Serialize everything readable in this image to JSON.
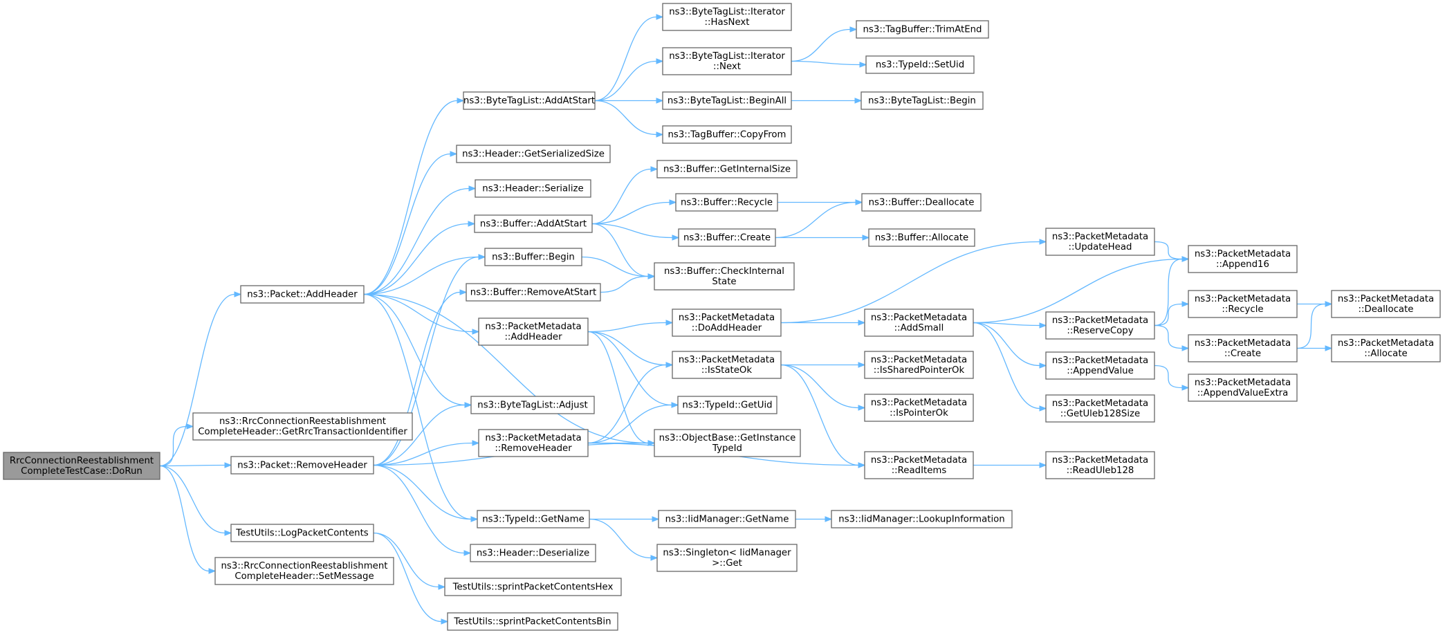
{
  "graph": {
    "nodes": [
      {
        "id": "root",
        "lines": [
          "RrcConnectionReestablishment",
          "CompleteTestCase::DoRun"
        ],
        "root": true
      },
      {
        "id": "pkt_addheader",
        "lines": [
          "ns3::Packet::AddHeader"
        ]
      },
      {
        "id": "rrc_getrrc",
        "lines": [
          "ns3::RrcConnectionReestablishment",
          "CompleteHeader::GetRrcTransactionIdentifier"
        ]
      },
      {
        "id": "pkt_removeheader",
        "lines": [
          "ns3::Packet::RemoveHeader"
        ]
      },
      {
        "id": "tu_log",
        "lines": [
          "TestUtils::LogPacketContents"
        ]
      },
      {
        "id": "rrc_setmsg",
        "lines": [
          "ns3::RrcConnectionReestablishment",
          "CompleteHeader::SetMessage"
        ]
      },
      {
        "id": "btl_addatstart",
        "lines": [
          "ns3::ByteTagList::AddAtStart"
        ]
      },
      {
        "id": "hdr_getsersize",
        "lines": [
          "ns3::Header::GetSerializedSize"
        ]
      },
      {
        "id": "hdr_serialize",
        "lines": [
          "ns3::Header::Serialize"
        ]
      },
      {
        "id": "buf_addatstart",
        "lines": [
          "ns3::Buffer::AddAtStart"
        ]
      },
      {
        "id": "buf_begin",
        "lines": [
          "ns3::Buffer::Begin"
        ]
      },
      {
        "id": "buf_removeatstart",
        "lines": [
          "ns3::Buffer::RemoveAtStart"
        ]
      },
      {
        "id": "pm_addheader",
        "lines": [
          "ns3::PacketMetadata",
          "::AddHeader"
        ]
      },
      {
        "id": "btl_adjust",
        "lines": [
          "ns3::ByteTagList::Adjust"
        ]
      },
      {
        "id": "pm_removeheader",
        "lines": [
          "ns3::PacketMetadata",
          "::RemoveHeader"
        ]
      },
      {
        "id": "typeid_getname",
        "lines": [
          "ns3::TypeId::GetName"
        ]
      },
      {
        "id": "hdr_deserialize",
        "lines": [
          "ns3::Header::Deserialize"
        ]
      },
      {
        "id": "tu_hex",
        "lines": [
          "TestUtils::sprintPacketContentsHex"
        ]
      },
      {
        "id": "tu_bin",
        "lines": [
          "TestUtils::sprintPacketContentsBin"
        ]
      },
      {
        "id": "btli_hasnext",
        "lines": [
          "ns3::ByteTagList::Iterator",
          "::HasNext"
        ]
      },
      {
        "id": "btli_next",
        "lines": [
          "ns3::ByteTagList::Iterator",
          "::Next"
        ]
      },
      {
        "id": "btl_beginall",
        "lines": [
          "ns3::ByteTagList::BeginAll"
        ]
      },
      {
        "id": "tb_copyfrom",
        "lines": [
          "ns3::TagBuffer::CopyFrom"
        ]
      },
      {
        "id": "buf_getinternalsize",
        "lines": [
          "ns3::Buffer::GetInternalSize"
        ]
      },
      {
        "id": "buf_recycle",
        "lines": [
          "ns3::Buffer::Recycle"
        ]
      },
      {
        "id": "buf_create",
        "lines": [
          "ns3::Buffer::Create"
        ]
      },
      {
        "id": "buf_checkinternal",
        "lines": [
          "ns3::Buffer::CheckInternal",
          "State"
        ]
      },
      {
        "id": "pm_doaddheader",
        "lines": [
          "ns3::PacketMetadata",
          "::DoAddHeader"
        ]
      },
      {
        "id": "pm_isstateok",
        "lines": [
          "ns3::PacketMetadata",
          "::IsStateOk"
        ]
      },
      {
        "id": "typeid_getuid",
        "lines": [
          "ns3::TypeId::GetUid"
        ]
      },
      {
        "id": "ob_getinstance",
        "lines": [
          "ns3::ObjectBase::GetInstance",
          "TypeId"
        ]
      },
      {
        "id": "iid_getname",
        "lines": [
          "ns3::IidManager::GetName"
        ]
      },
      {
        "id": "singleton_get",
        "lines": [
          "ns3::Singleton< IidManager",
          ">::Get"
        ]
      },
      {
        "id": "tb_trimatend",
        "lines": [
          "ns3::TagBuffer::TrimAtEnd"
        ]
      },
      {
        "id": "typeid_setuid",
        "lines": [
          "ns3::TypeId::SetUid"
        ]
      },
      {
        "id": "btl_begin",
        "lines": [
          "ns3::ByteTagList::Begin"
        ]
      },
      {
        "id": "buf_deallocate",
        "lines": [
          "ns3::Buffer::Deallocate"
        ]
      },
      {
        "id": "buf_allocate",
        "lines": [
          "ns3::Buffer::Allocate"
        ]
      },
      {
        "id": "pm_addsmall",
        "lines": [
          "ns3::PacketMetadata",
          "::AddSmall"
        ]
      },
      {
        "id": "pm_issharedptr",
        "lines": [
          "ns3::PacketMetadata",
          "::IsSharedPointerOk"
        ]
      },
      {
        "id": "pm_isptrok",
        "lines": [
          "ns3::PacketMetadata",
          "::IsPointerOk"
        ]
      },
      {
        "id": "pm_readitems",
        "lines": [
          "ns3::PacketMetadata",
          "::ReadItems"
        ]
      },
      {
        "id": "iid_lookup",
        "lines": [
          "ns3::IidManager::LookupInformation"
        ]
      },
      {
        "id": "pm_updatehead",
        "lines": [
          "ns3::PacketMetadata",
          "::UpdateHead"
        ]
      },
      {
        "id": "pm_reservecopy",
        "lines": [
          "ns3::PacketMetadata",
          "::ReserveCopy"
        ]
      },
      {
        "id": "pm_appendvalue",
        "lines": [
          "ns3::PacketMetadata",
          "::AppendValue"
        ]
      },
      {
        "id": "pm_getuleb",
        "lines": [
          "ns3::PacketMetadata",
          "::GetUleb128Size"
        ]
      },
      {
        "id": "pm_readuleb",
        "lines": [
          "ns3::PacketMetadata",
          "::ReadUleb128"
        ]
      },
      {
        "id": "pm_append16",
        "lines": [
          "ns3::PacketMetadata",
          "::Append16"
        ]
      },
      {
        "id": "pm_recycle",
        "lines": [
          "ns3::PacketMetadata",
          "::Recycle"
        ]
      },
      {
        "id": "pm_create",
        "lines": [
          "ns3::PacketMetadata",
          "::Create"
        ]
      },
      {
        "id": "pm_appendvalueextra",
        "lines": [
          "ns3::PacketMetadata",
          "::AppendValueExtra"
        ]
      },
      {
        "id": "pm_deallocate",
        "lines": [
          "ns3::PacketMetadata",
          "::Deallocate"
        ]
      },
      {
        "id": "pm_allocate",
        "lines": [
          "ns3::PacketMetadata",
          "::Allocate"
        ]
      }
    ],
    "edges": [
      [
        "root",
        "pkt_addheader"
      ],
      [
        "root",
        "rrc_getrrc"
      ],
      [
        "root",
        "pkt_removeheader"
      ],
      [
        "root",
        "tu_log"
      ],
      [
        "root",
        "rrc_setmsg"
      ],
      [
        "pkt_addheader",
        "btl_addatstart"
      ],
      [
        "pkt_addheader",
        "hdr_getsersize"
      ],
      [
        "pkt_addheader",
        "hdr_serialize"
      ],
      [
        "pkt_addheader",
        "buf_addatstart"
      ],
      [
        "pkt_addheader",
        "buf_begin"
      ],
      [
        "pkt_addheader",
        "pm_addheader"
      ],
      [
        "pkt_addheader",
        "btl_adjust"
      ],
      [
        "pkt_addheader",
        "ob_getinstance"
      ],
      [
        "pkt_addheader",
        "typeid_getname"
      ],
      [
        "pkt_removeheader",
        "buf_begin"
      ],
      [
        "pkt_removeheader",
        "buf_removeatstart"
      ],
      [
        "pkt_removeheader",
        "btl_adjust"
      ],
      [
        "pkt_removeheader",
        "pm_removeheader"
      ],
      [
        "pkt_removeheader",
        "typeid_getname"
      ],
      [
        "pkt_removeheader",
        "hdr_deserialize"
      ],
      [
        "pkt_removeheader",
        "ob_getinstance"
      ],
      [
        "tu_log",
        "tu_hex"
      ],
      [
        "tu_log",
        "tu_bin"
      ],
      [
        "btl_addatstart",
        "btli_hasnext"
      ],
      [
        "btl_addatstart",
        "btli_next"
      ],
      [
        "btl_addatstart",
        "btl_beginall"
      ],
      [
        "btl_addatstart",
        "tb_copyfrom"
      ],
      [
        "btli_next",
        "tb_trimatend"
      ],
      [
        "btli_next",
        "typeid_setuid"
      ],
      [
        "btl_beginall",
        "btl_begin"
      ],
      [
        "buf_addatstart",
        "buf_getinternalsize"
      ],
      [
        "buf_addatstart",
        "buf_recycle"
      ],
      [
        "buf_addatstart",
        "buf_create"
      ],
      [
        "buf_addatstart",
        "buf_checkinternal"
      ],
      [
        "buf_begin",
        "buf_checkinternal"
      ],
      [
        "buf_removeatstart",
        "buf_checkinternal"
      ],
      [
        "buf_recycle",
        "buf_deallocate"
      ],
      [
        "buf_create",
        "buf_deallocate"
      ],
      [
        "buf_create",
        "buf_allocate"
      ],
      [
        "pm_addheader",
        "pm_doaddheader"
      ],
      [
        "pm_addheader",
        "pm_isstateok"
      ],
      [
        "pm_addheader",
        "typeid_getuid"
      ],
      [
        "pm_addheader",
        "ob_getinstance"
      ],
      [
        "pm_removeheader",
        "pm_isstateok"
      ],
      [
        "pm_removeheader",
        "typeid_getuid"
      ],
      [
        "pm_removeheader",
        "ob_getinstance"
      ],
      [
        "pm_removeheader",
        "pm_readitems"
      ],
      [
        "typeid_getname",
        "iid_getname"
      ],
      [
        "typeid_getname",
        "singleton_get"
      ],
      [
        "iid_getname",
        "iid_lookup"
      ],
      [
        "pm_doaddheader",
        "pm_updatehead"
      ],
      [
        "pm_doaddheader",
        "pm_addsmall"
      ],
      [
        "pm_isstateok",
        "pm_issharedptr"
      ],
      [
        "pm_isstateok",
        "pm_isptrok"
      ],
      [
        "pm_isstateok",
        "pm_readitems"
      ],
      [
        "pm_addsmall",
        "pm_append16"
      ],
      [
        "pm_addsmall",
        "pm_reservecopy"
      ],
      [
        "pm_addsmall",
        "pm_appendvalue"
      ],
      [
        "pm_addsmall",
        "pm_getuleb"
      ],
      [
        "pm_updatehead",
        "pm_append16"
      ],
      [
        "pm_reservecopy",
        "pm_append16"
      ],
      [
        "pm_reservecopy",
        "pm_recycle"
      ],
      [
        "pm_reservecopy",
        "pm_create"
      ],
      [
        "pm_appendvalue",
        "pm_appendvalueextra"
      ],
      [
        "pm_readitems",
        "pm_readuleb"
      ],
      [
        "pm_recycle",
        "pm_deallocate"
      ],
      [
        "pm_create",
        "pm_deallocate"
      ],
      [
        "pm_create",
        "pm_allocate"
      ]
    ]
  }
}
